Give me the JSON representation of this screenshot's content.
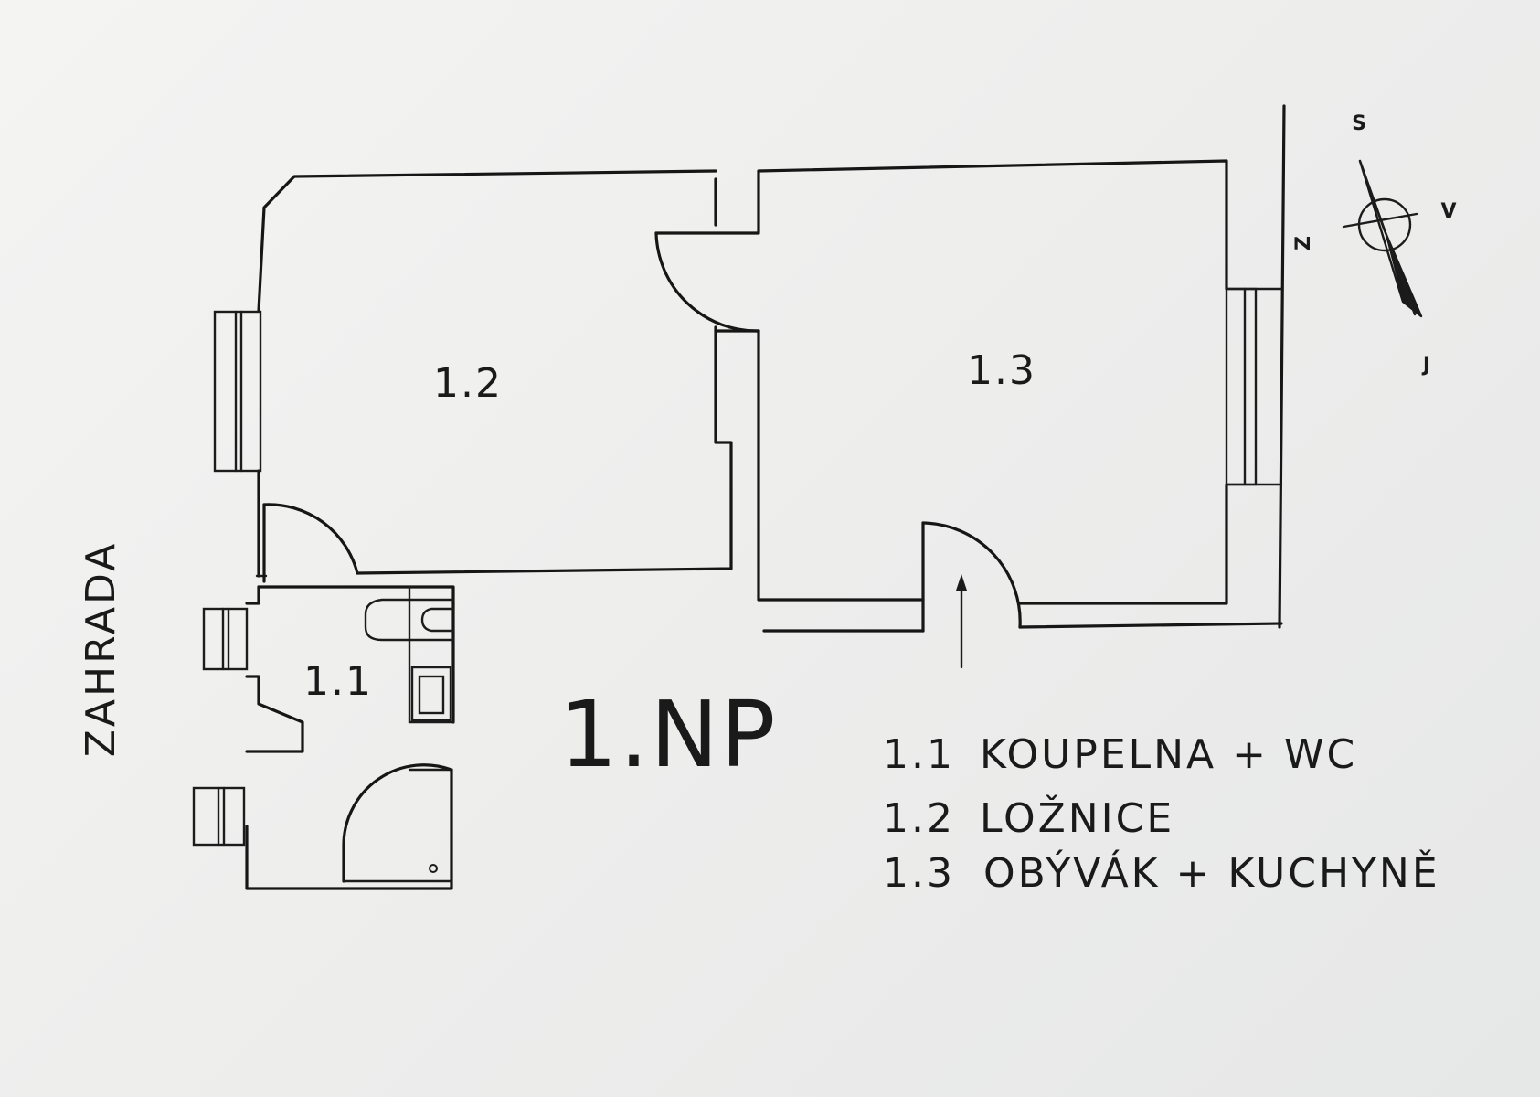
{
  "sheet": {
    "side_label": "ZAHRADA",
    "floor_label": "1.NP"
  },
  "rooms": [
    {
      "id": "1.1",
      "label": "1.1"
    },
    {
      "id": "1.2",
      "label": "1.2"
    },
    {
      "id": "1.3",
      "label": "1.3"
    }
  ],
  "legend": [
    {
      "number": "1.1",
      "name": "KOUPELNA + WC"
    },
    {
      "number": "1.2",
      "name": "LOŽNICE"
    },
    {
      "number": "1.3",
      "name": "OBÝVÁK + KUCHYNĚ"
    }
  ],
  "compass": {
    "north": "S",
    "east": "V",
    "south": "J",
    "west": "Z"
  }
}
